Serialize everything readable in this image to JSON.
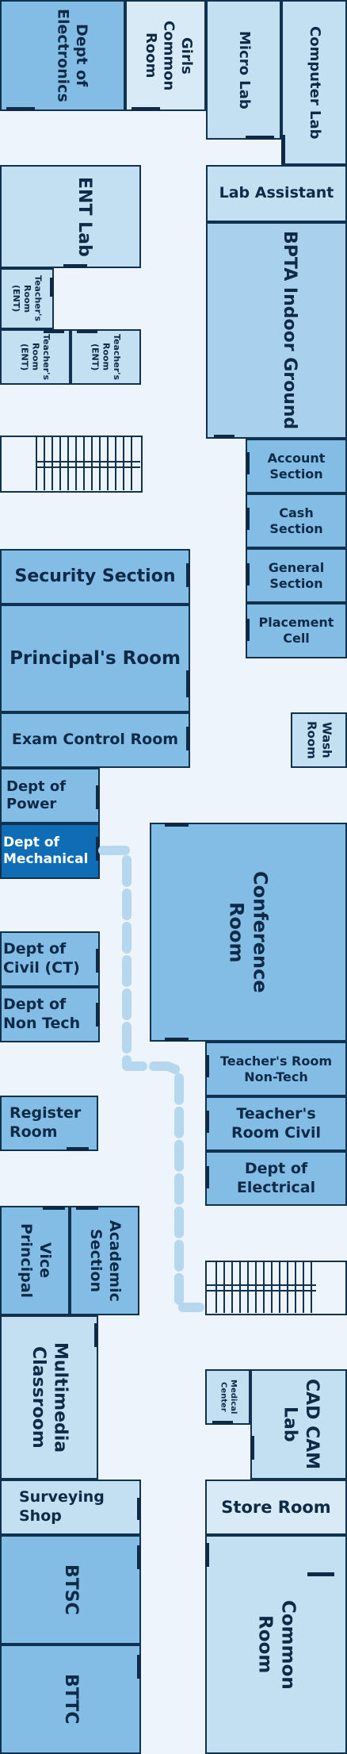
{
  "rooms": {
    "dept_electronics": "Dept of Electronics",
    "girls_common_room": "Girls Common Room",
    "micro_lab": "Micro Lab",
    "computer_lab": "Computer Lab",
    "lab_assistant": "Lab Assistant",
    "ent_lab": "ENT Lab",
    "teachers_room_ent_1": "Teacher's Room (ENT)",
    "teachers_room_ent_2": "Teacher's Room (ENT)",
    "teachers_room_ent_3": "Teacher's Room (ENT)",
    "bpta_indoor_ground": "BPTA Indoor Ground",
    "account_section": "Account Section",
    "cash_section": "Cash Section",
    "general_section": "General Section",
    "placement_cell": "Placement Cell",
    "security_section": "Security Section",
    "principals_room": "Principal's Room",
    "exam_control_room": "Exam Control Room",
    "wash_room": "Wash Room",
    "dept_power": "Dept of Power",
    "dept_mechanical": "Dept of Mechanical",
    "conference_room": "Conference Room",
    "dept_civil_ct": "Dept of Civil (CT)",
    "dept_non_tech": "Dept of Non Tech",
    "teachers_room_non_tech": "Teacher's Room Non-Tech",
    "teachers_room_civil": "Teacher's Room Civil",
    "dept_electrical": "Dept of Electrical",
    "register_room": "Register Room",
    "vice_principal": "Vice Principal",
    "academic_section": "Academic Section",
    "multimedia_classroom": "Multimedia Classroom",
    "medical_center": "Medical Center",
    "cad_cam_lab": "CAD CAM Lab",
    "surveying_shop": "Surveying Shop",
    "store_room": "Store Room",
    "btsc": "BTSC",
    "common_room": "Common Room",
    "bttc": "BTTC"
  },
  "colors": {
    "background": "#eef4fb",
    "room_dark": "#83bce4",
    "room_medium": "#a9d1ee",
    "room_light": "#c3dff2",
    "room_pale": "#d9eaf7",
    "highlight": "#0f6db6",
    "wall": "#11324f",
    "route": "#b6d8ee"
  }
}
